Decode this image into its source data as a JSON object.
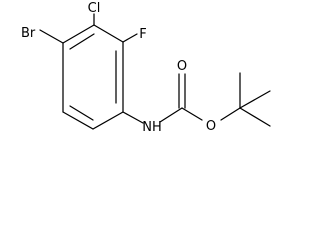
{
  "molecule": {
    "atoms": {
      "br": "Br",
      "cl": "Cl",
      "f": "F",
      "nh": "NH",
      "o_carbonyl": "O",
      "o_ester": "O"
    }
  }
}
